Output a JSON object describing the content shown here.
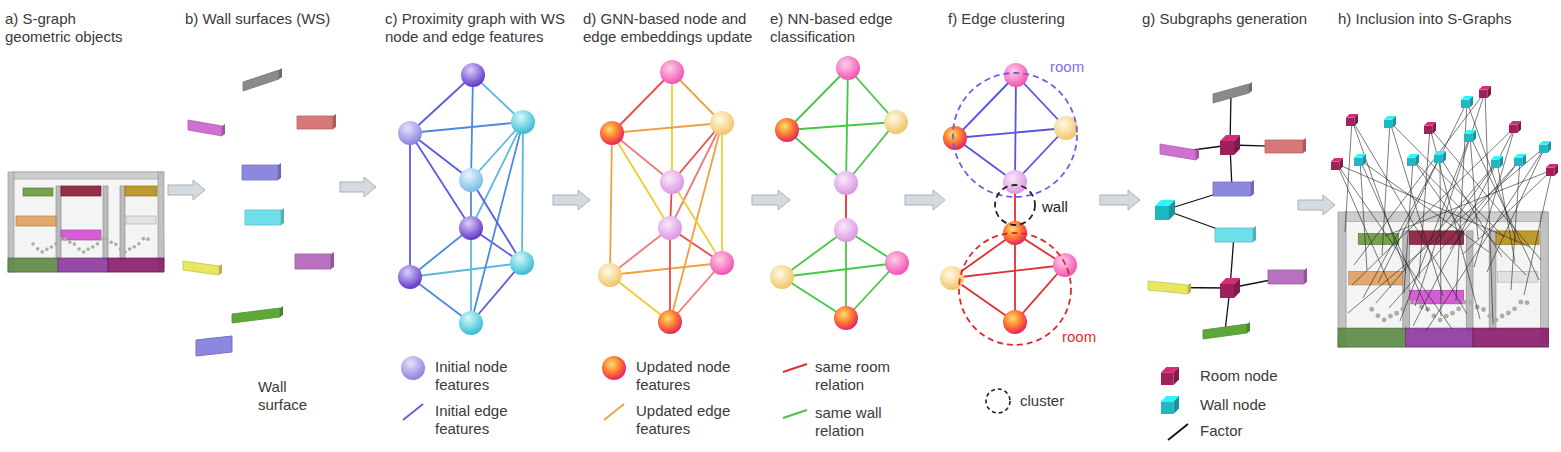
{
  "diagram": {
    "nodes": [
      {
        "text": [
          "room"
        ]
      },
      {
        "text": [
          "wall"
        ]
      },
      {
        "text": [
          "room"
        ]
      }
    ],
    "labels": [
      "a) S-graph geometric objects",
      "b) Wall surfaces (WS)",
      "c) Proximity graph with WS node and edge features",
      "d) GNN-based node and edge embeddings update",
      "e) NN-based edge classification",
      "f) Edge clustering",
      "g) Subgraphs generation",
      "h) Inclusion into S-Graphs"
    ],
    "legend": [
      {
        "text": "Wall surface",
        "color": "#8c88e0"
      },
      {
        "text": "Initial node features"
      },
      {
        "text": "Initial edge features"
      },
      {
        "text": "Updated node features"
      },
      {
        "text": "Updated edge features"
      },
      {
        "text": "same room relation"
      },
      {
        "text": "same wall relation"
      },
      {
        "text": "cluster"
      },
      {
        "text": "Room node"
      },
      {
        "text": "Wall node"
      },
      {
        "text": "Factor"
      }
    ]
  }
}
